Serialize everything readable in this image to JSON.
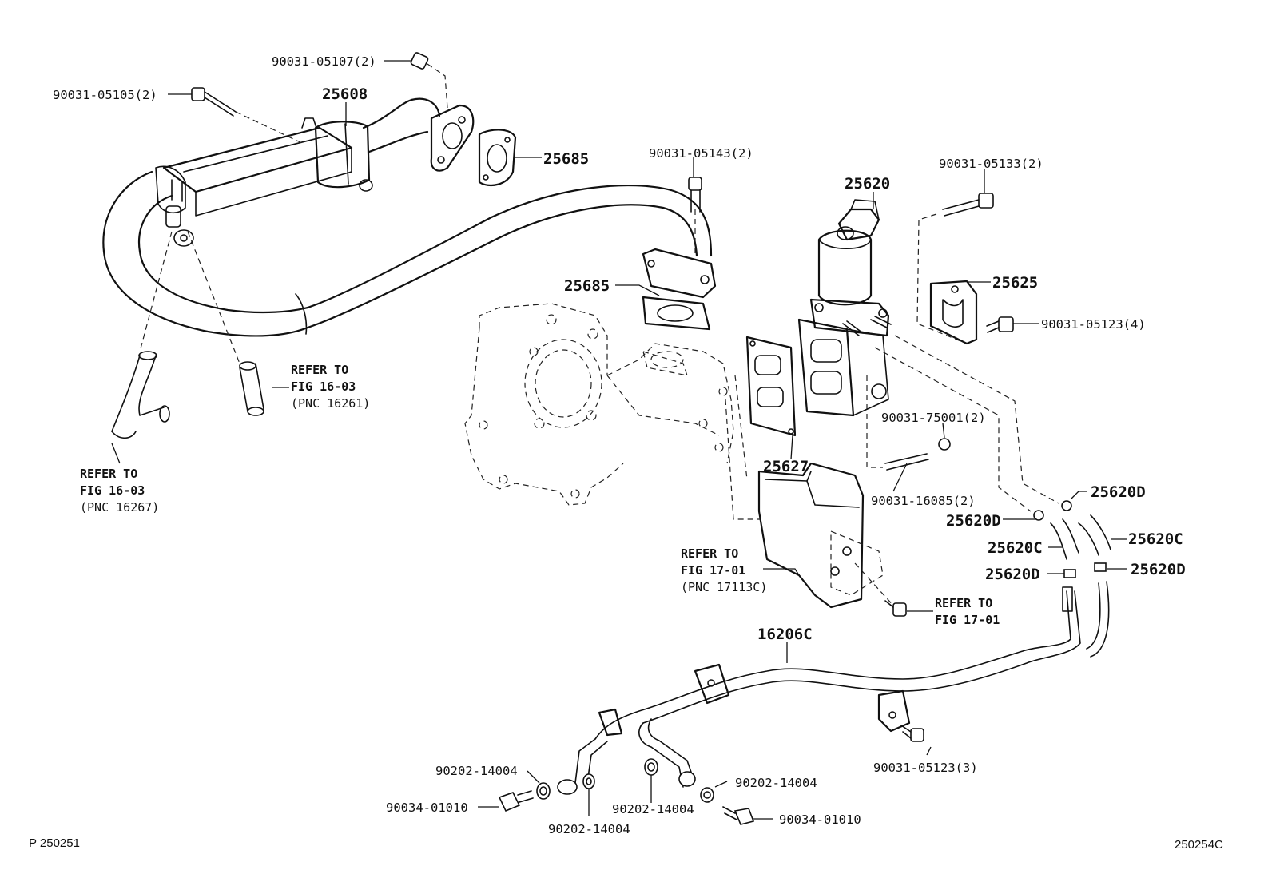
{
  "labels": {
    "p90031_05107": "90031-05107(2)",
    "p90031_05105": "90031-05105(2)",
    "p25608": "25608",
    "p25685_top": "25685",
    "p90031_05143": "90031-05143(2)",
    "p25620": "25620",
    "p90031_05133": "90031-05133(2)",
    "p25685_mid": "25685",
    "p25625": "25625",
    "p90031_05123_4": "90031-05123(4)",
    "p90031_75001": "90031-75001(2)",
    "p25627": "25627",
    "p90031_16085": "90031-16085(2)",
    "p25620D_a": "25620D",
    "p25620D_b": "25620D",
    "p25620C_a": "25620C",
    "p25620C_b": "25620C",
    "p25620D_c": "25620D",
    "p25620D_d": "25620D",
    "p16206C": "16206C",
    "p90031_05123_3": "90031-05123(3)",
    "p90202_14004_a": "90202-14004",
    "p90034_01010_a": "90034-01010",
    "p90202_14004_b": "90202-14004",
    "p90202_14004_c": "90202-14004",
    "p90202_14004_d": "90202-14004",
    "p90034_01010_b": "90034-01010"
  },
  "refs": {
    "r1_line1": "REFER TO",
    "r1_line2": "FIG 16-03",
    "r1_line3": "(PNC 16261)",
    "r2_line1": "REFER TO",
    "r2_line2": "FIG 16-03",
    "r2_line3": "(PNC 16267)",
    "r3_line1": "REFER TO",
    "r3_line2": "FIG 17-01",
    "r3_line3": "(PNC 17113C)",
    "r4_line1": "REFER TO",
    "r4_line2": "FIG 17-01"
  },
  "footer": {
    "left_code": "P  250251",
    "right_code": "250254C"
  }
}
